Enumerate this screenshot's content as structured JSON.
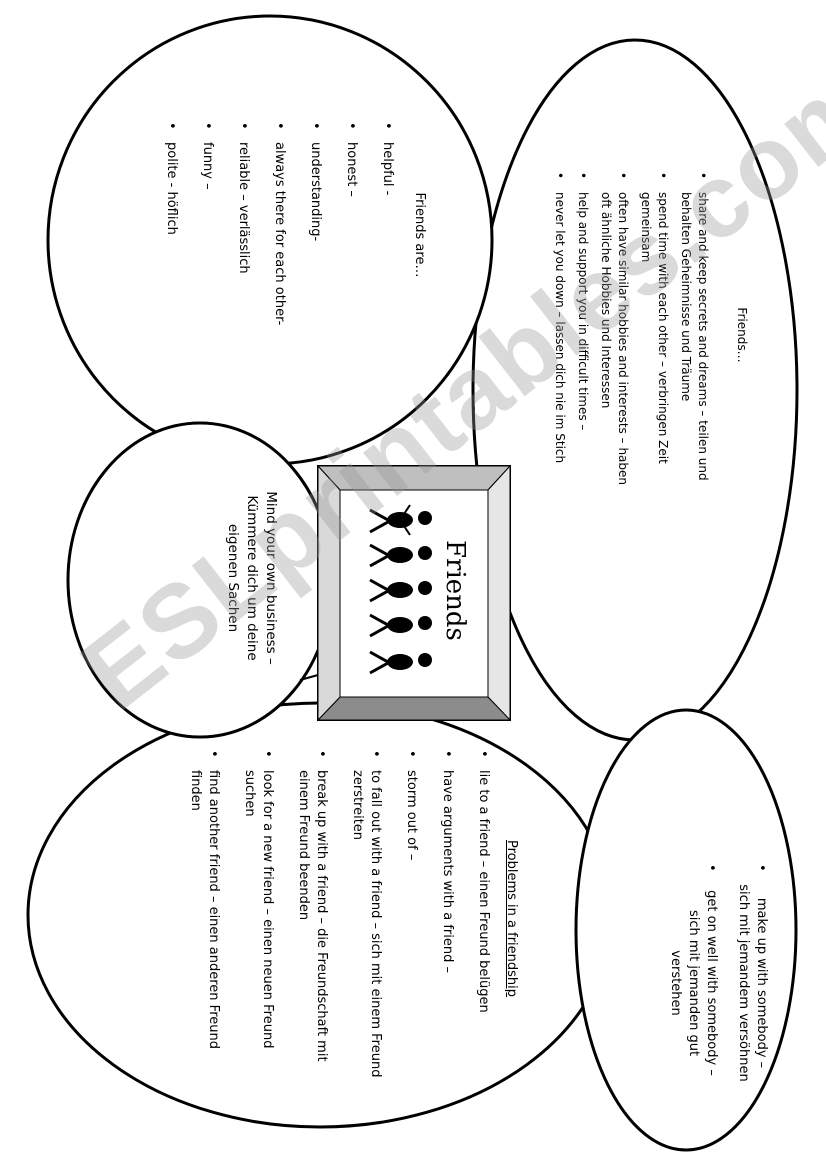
{
  "friends_are": {
    "title": "Friends are…",
    "items": [
      "helpful -",
      "honest –",
      "understanding-",
      "always there for each other-",
      "reliable – verlässlich",
      "funny –",
      "polite - höflich"
    ]
  },
  "friends_do": {
    "title": "Friends…",
    "items": [
      "share and keep secrets and dreams – teilen und behalten Geheimnisse und Träume",
      "spend time with each other – verbringen Zeit gemeinsam",
      "often have similar hobbies and interests –  haben oft ähnliche Hobbies und Interessen",
      "help and support you in difficult times –",
      "never let you down – lassen dich nie im Stich"
    ]
  },
  "mind": {
    "text": "Mind your own business – Kümmere dich um deine eigenen Sachen"
  },
  "frame": {
    "title": "Friends"
  },
  "problems": {
    "title": "Problems in a friendship",
    "items": [
      "lie to a friend – einen  Freund belügen",
      "have arguments with a friend –",
      "storm out of –",
      "to fall out with a friend – sich mit einem Freund zerstreiten",
      "break up with a friend – die Freundschaft mit einem Freund beenden",
      "look for a new friend – einen neuen Freund suchen",
      "find another friend – einen anderen Freund finden"
    ]
  },
  "makeup": {
    "items": [
      "make up with somebody – sich mit jemandem versöhnen",
      "get on well with somebody – sich mit jemanden gut verstehen"
    ]
  },
  "watermark": "ESLprintables.com"
}
